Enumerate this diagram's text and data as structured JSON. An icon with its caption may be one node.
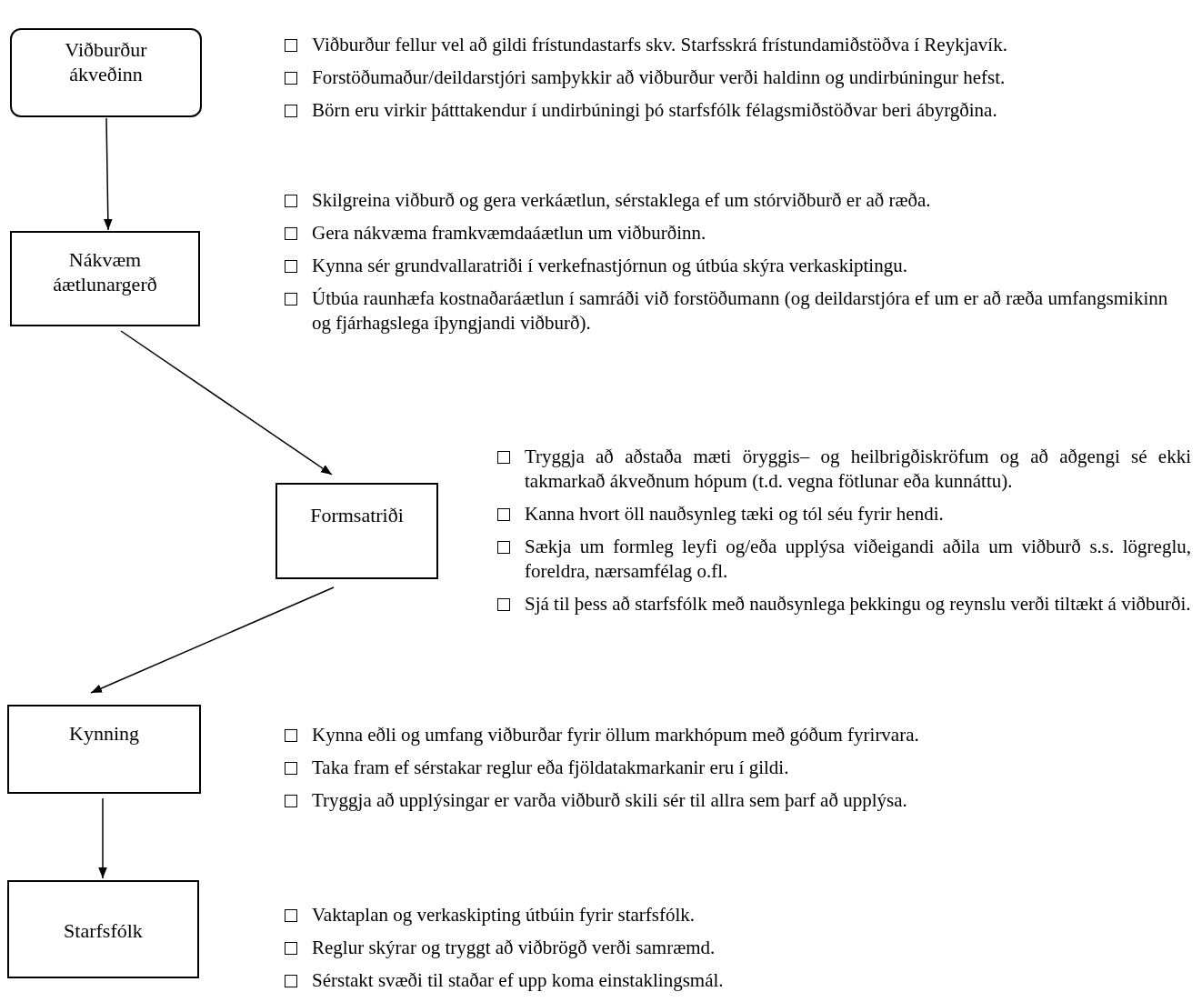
{
  "diagram": {
    "nodes": [
      {
        "text": [
          "Viðburður ákveðinn"
        ],
        "beside": [
          "Viðburður fellur vel að gildi frístundastarfs skv. Starfsskrá frístundamiðstöðva í Reykjavík.",
          "Forstöðumaður/deildarstjóri samþykkir að viðburður verði haldinn og undirbúningur hefst.",
          "Börn eru virkir þátttakendur í undirbúningi þó starfsfólk félagsmiðstöðvar beri ábyrgðina."
        ]
      },
      {
        "text": [
          "Nákvæm áætlunargerð"
        ],
        "beside": [
          "Skilgreina viðburð og gera verkáætlun, sérstaklega ef um stórviðburð er að ræða.",
          "Gera nákvæma framkvæmdaáætlun um viðburðinn.",
          "Kynna sér grundvallaratriði í verkefnastjórnun og útbúa skýra verkaskiptingu.",
          "Útbúa raunhæfa kostnaðaráætlun í samráði við forstöðumann (og deildarstjóra ef um er að ræða umfangsmikinn og fjárhagslega íþyngjandi viðburð)."
        ]
      },
      {
        "text": [
          "Formsatriði"
        ],
        "beside": [
          "Tryggja að aðstaða mæti öryggis– og heilbrigðiskröfum og að aðgengi sé ekki takmarkað ákveðnum hópum (t.d. vegna fötlunar eða kunnáttu).",
          "Kanna hvort öll nauðsynleg tæki og tól séu fyrir hendi.",
          "Sækja um formleg leyfi og/eða upplýsa viðeigandi aðila um viðburð s.s. lögreglu, foreldra, nærsamfélag o.fl.",
          "Sjá til þess að starfsfólk með nauðsynlega þekkingu og reynslu verði tiltækt á viðburði."
        ]
      },
      {
        "text": [
          "Kynning"
        ],
        "beside": [
          "Kynna eðli og umfang viðburðar fyrir öllum markhópum með góðum fyrirvara.",
          "Taka fram ef sérstakar reglur eða fjöldatakmarkanir eru í gildi.",
          "Tryggja að upplýsingar er varða viðburð skili sér til allra sem þarf að upplýsa."
        ]
      },
      {
        "text": [
          "Starfsfólk"
        ],
        "beside": [
          "Vaktaplan og verkaskipting útbúin fyrir starfsfólk.",
          "Reglur skýrar og tryggt að viðbrögð verði samræmd.",
          "Sérstakt svæði til staðar ef upp koma einstaklingsmál."
        ]
      }
    ],
    "edges": [
      {
        "from": 0,
        "to": 1,
        "arrow": "to"
      },
      {
        "from": 1,
        "to": 2,
        "arrow": "to"
      },
      {
        "from": 2,
        "to": 3,
        "arrow": "to"
      },
      {
        "from": 3,
        "to": 4,
        "arrow": "to"
      }
    ]
  }
}
